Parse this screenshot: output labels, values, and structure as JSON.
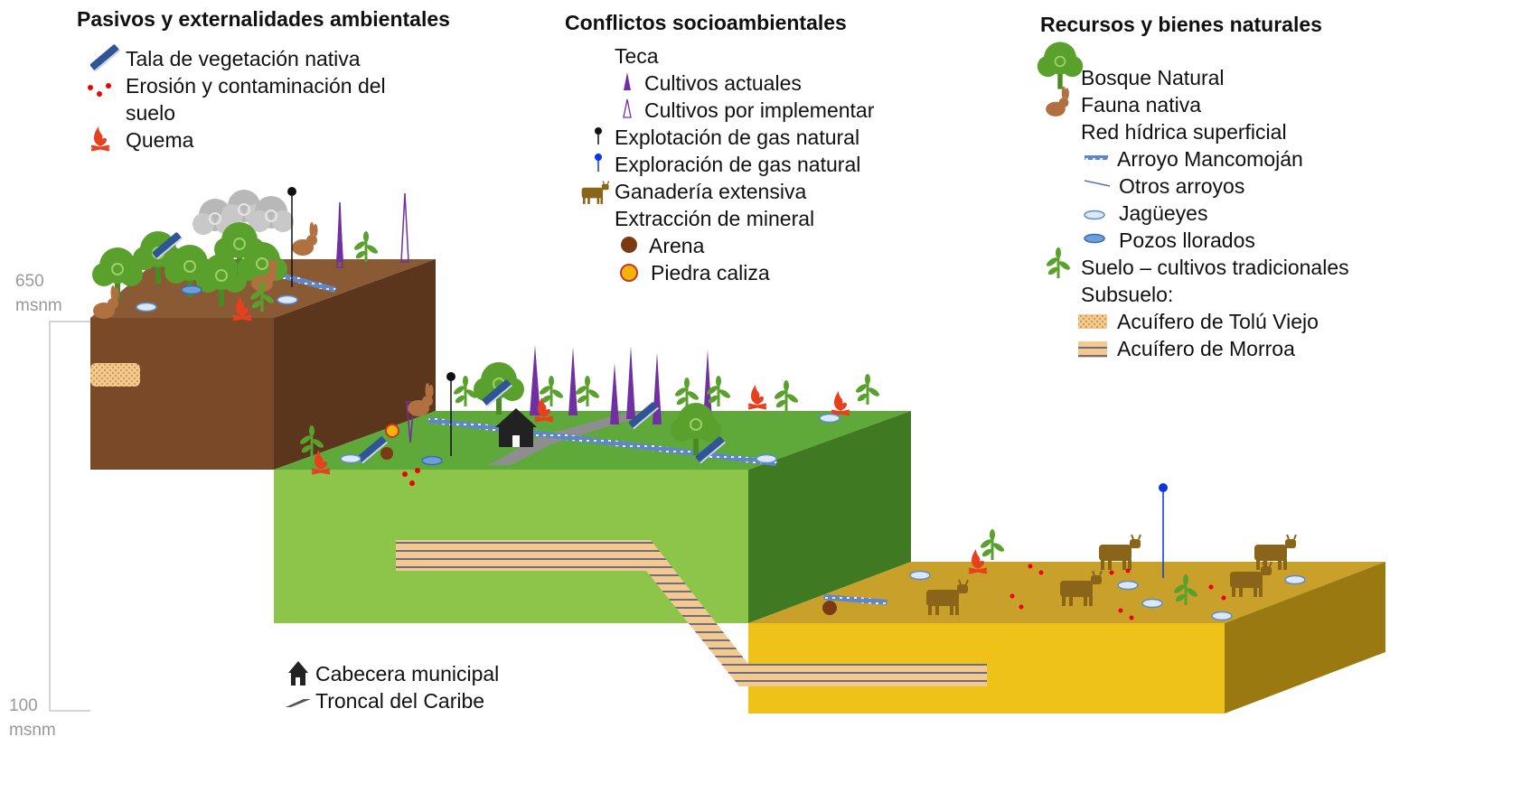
{
  "columns": {
    "pasivos": {
      "title": "Pasivos y externalidades ambientales",
      "items": [
        {
          "icon": "saw-icon",
          "label": "Tala de vegetación nativa"
        },
        {
          "icon": "soil-contamination-icon",
          "label": "Erosión y contaminación del"
        },
        {
          "icon": "",
          "label": "suelo"
        },
        {
          "icon": "fire-icon",
          "label": "Quema"
        }
      ]
    },
    "conflictos": {
      "title": "Conflictos socioambientales",
      "items": [
        {
          "icon": "",
          "label": "Teca"
        },
        {
          "icon": "teak-current-icon",
          "label": "Cultivos actuales"
        },
        {
          "icon": "teak-planned-icon",
          "label": "Cultivos por implementar"
        },
        {
          "icon": "gas-exploitation-pin-icon",
          "label": "Explotación de gas natural"
        },
        {
          "icon": "gas-exploration-pin-icon",
          "label": "Exploración de gas natural"
        },
        {
          "icon": "cow-icon",
          "label": "Ganadería extensiva"
        },
        {
          "icon": "",
          "label": "Extracción de mineral"
        },
        {
          "icon": "sand-burst-icon",
          "label": "Arena"
        },
        {
          "icon": "limestone-burst-icon",
          "label": "Piedra caliza"
        }
      ]
    },
    "recursos": {
      "title": "Recursos y bienes naturales",
      "items": [
        {
          "icon": "tree-icon",
          "label": "Bosque Natural"
        },
        {
          "icon": "rabbit-icon",
          "label": "Fauna nativa"
        },
        {
          "icon": "",
          "label": "Red hídrica superficial"
        },
        {
          "icon": "stream-icon",
          "label": "Arroyo Mancomoján"
        },
        {
          "icon": "thin-stream-icon",
          "label": "Otros arroyos"
        },
        {
          "icon": "pond-icon",
          "label": "Jagüeyes"
        },
        {
          "icon": "well-icon",
          "label": "Pozos llorados"
        },
        {
          "icon": "crop-icon",
          "label": "Suelo – cultivos tradicionales"
        },
        {
          "icon": "",
          "label": "Subsuelo:"
        },
        {
          "icon": "aquifer-toluviejo-icon",
          "label": "Acuífero de Tolú Viejo"
        },
        {
          "icon": "aquifer-morroa-icon",
          "label": "Acuífero de Morroa"
        }
      ]
    }
  },
  "bottom_legend": [
    {
      "icon": "house-icon",
      "label": "Cabecera municipal"
    },
    {
      "icon": "road-icon",
      "label": "Troncal del Caribe"
    }
  ],
  "elevation_axis": {
    "top": {
      "value": "650",
      "unit": "msnm"
    },
    "bottom": {
      "value": "100",
      "unit": "msnm"
    }
  },
  "colors": {
    "upper_block_top": "#8a5a35",
    "upper_block_front": "#7a4a28",
    "middle_block_top": "#5fa83a",
    "middle_block_front": "#8cc54a",
    "lower_block_top": "#c9a02a",
    "lower_block_front": "#efc21a",
    "teak": "#7030a0",
    "fire": "#e8401c",
    "saw": "#2f5597",
    "tree": "#5aa02c",
    "rabbit": "#b07040",
    "cow": "#8a6418",
    "water": "#9dc3e6",
    "gas_exploration": "#0a35e0"
  }
}
